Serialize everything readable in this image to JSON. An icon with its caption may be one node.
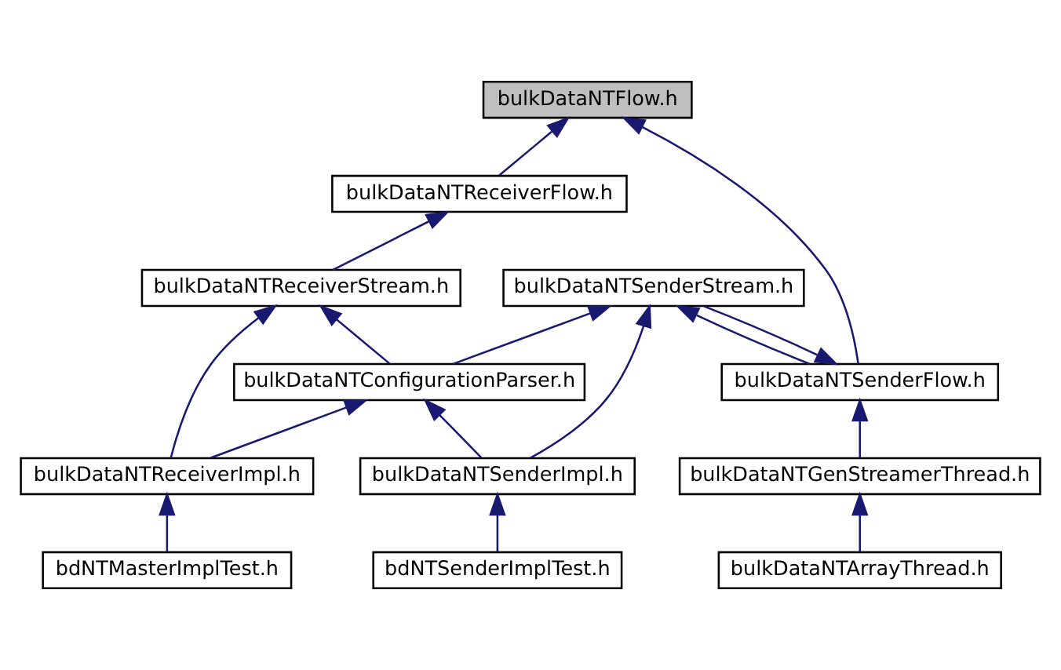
{
  "diagram": {
    "nodes": [
      {
        "text": [
          "bulkDataNTFlow.h"
        ]
      },
      {
        "text": [
          "bulkDataNTSenderFlow.h"
        ]
      },
      {
        "text": [
          "bulkDataNTReceiverFlow.h"
        ]
      },
      {
        "text": [
          "bulkDataNTGenStreamerThread.h"
        ]
      },
      {
        "text": [
          "bulkDataNTSenderStream.h"
        ]
      },
      {
        "text": [
          "bulkDataNTReceiverStream.h"
        ]
      },
      {
        "text": [
          "bulkDataNTArrayThread.h"
        ]
      },
      {
        "text": [
          "bulkDataNTConfigurationParser.h"
        ]
      },
      {
        "text": [
          "bulkDataNTSenderImpl.h"
        ]
      },
      {
        "text": [
          "bulkDataNTReceiverImpl.h"
        ]
      },
      {
        "text": [
          "bdNTSenderImplTest.h"
        ]
      },
      {
        "text": [
          "bdNTMasterImplTest.h"
        ]
      }
    ],
    "edges": [
      {
        "from": 1,
        "to": 0,
        "arrow": "to"
      },
      {
        "from": 2,
        "to": 0,
        "arrow": "to"
      },
      {
        "from": 3,
        "to": 1,
        "arrow": "to"
      },
      {
        "from": 4,
        "to": 1,
        "arrow": "to"
      },
      {
        "from": 1,
        "to": 4,
        "arrow": "to"
      },
      {
        "from": 5,
        "to": 2,
        "arrow": "to"
      },
      {
        "from": 6,
        "to": 3,
        "arrow": "to"
      },
      {
        "from": 7,
        "to": 4,
        "arrow": "to"
      },
      {
        "from": 8,
        "to": 4,
        "arrow": "to"
      },
      {
        "from": 7,
        "to": 5,
        "arrow": "to"
      },
      {
        "from": 9,
        "to": 5,
        "arrow": "to"
      },
      {
        "from": 8,
        "to": 7,
        "arrow": "to"
      },
      {
        "from": 9,
        "to": 7,
        "arrow": "to"
      },
      {
        "from": 10,
        "to": 8,
        "arrow": "to"
      },
      {
        "from": 11,
        "to": 9,
        "arrow": "to"
      }
    ]
  }
}
